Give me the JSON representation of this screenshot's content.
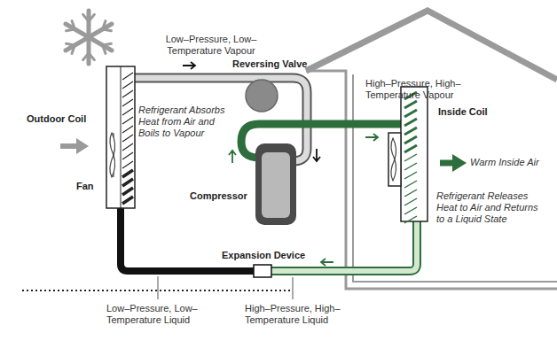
{
  "diagram": {
    "labels": [
      "Low–Pressure, Low–Temperature Vapour",
      "Reversing Valve",
      "High–Pressure, High–Temperature Vapour",
      "Outdoor Coil",
      "Refrigerant Absorbs Heat from Air and Boils to Vapour",
      "Fan",
      "Compressor",
      "Inside Coil",
      "Warm Inside Air",
      "Refrigerant Releases Heat to Air and Returns to a Liquid State",
      "Expansion Device",
      "Low–Pressure, Low–Temperature Liquid",
      "High–Pressure, High–Temperature Liquid"
    ]
  }
}
